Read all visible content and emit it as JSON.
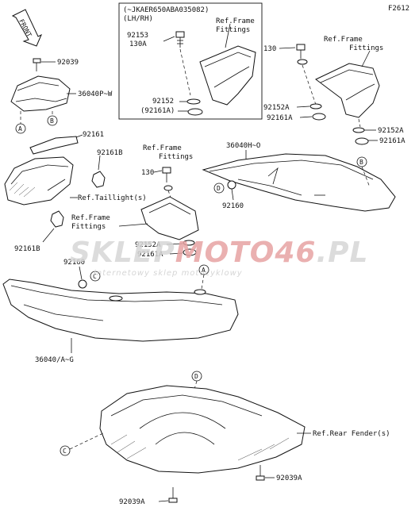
{
  "diagram_code": "F2612",
  "front_label": "FRONT",
  "inset": {
    "model_range": "(~JKAER650ABA035082)",
    "side": "(LH/RH)",
    "ref_frame_fittings_line1": "Ref.Frame",
    "ref_frame_fittings_line2": "Fittings",
    "bolt_code": "92153",
    "bolt_variant": "130A",
    "collar": "92152",
    "grommet": "(92161A)"
  },
  "labels": {
    "screw_top": "92039",
    "tail_cover": "36040P~W",
    "cover_92161": "92161",
    "grommet_92161B_upper": "92161B",
    "ref_taillight": "Ref.Taillight(s)",
    "ref_frame_mid_line1": "Ref.Frame",
    "ref_frame_mid_line2": "Fittings",
    "grommet_92161B_lower": "92161B",
    "ref_frame_center_line1": "Ref.Frame",
    "ref_frame_center_line2": "Fittings",
    "bolt_130_center": "130",
    "collar_92152A_center": "92152A",
    "grommet_92161A_center": "92161A",
    "side_cover": "36040H~O",
    "grommet_92160_right": "92160",
    "grommet_92160_left": "92160",
    "right_ref_frame_line1": "Ref.Frame",
    "right_ref_frame_line2": "Fittings",
    "bolt_130_right": "130",
    "collar_92152A_right": "92152A",
    "grommet_92161A_right": "92161A",
    "collar_92152A_far": "92152A",
    "grommet_92161A_far": "92161A",
    "seat_cover": "36040/A~G",
    "ref_rear_fender": "Ref.Rear Fender(s)",
    "screw_bottom_right": "92039A",
    "screw_bottom": "92039A"
  },
  "callouts": {
    "A": "A",
    "B": "B",
    "C": "C",
    "D": "D"
  },
  "watermark": {
    "main_prefix": "SKLEP",
    "main_accent": "MOTO46",
    "main_suffix": ".PL",
    "subtitle": "internetowy sklep motocyklowy"
  }
}
